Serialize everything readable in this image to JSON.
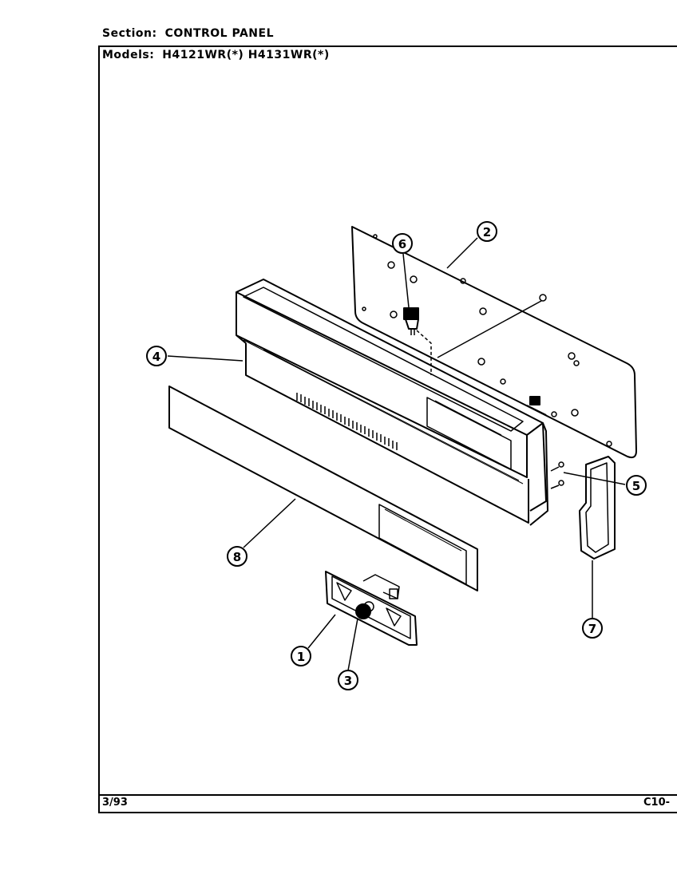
{
  "header": {
    "section_label": "Section:",
    "section_value": "CONTROL PANEL",
    "models_label": "Models:",
    "models_value": "H4121WR(*) H4131WR(*)"
  },
  "footer": {
    "date": "3/93",
    "page_code": "C10-"
  },
  "callouts": [
    {
      "id": "1",
      "label": "1"
    },
    {
      "id": "2",
      "label": "2"
    },
    {
      "id": "3",
      "label": "3"
    },
    {
      "id": "4",
      "label": "4"
    },
    {
      "id": "5",
      "label": "5"
    },
    {
      "id": "6",
      "label": "6"
    },
    {
      "id": "7",
      "label": "7"
    },
    {
      "id": "8",
      "label": "8"
    }
  ]
}
